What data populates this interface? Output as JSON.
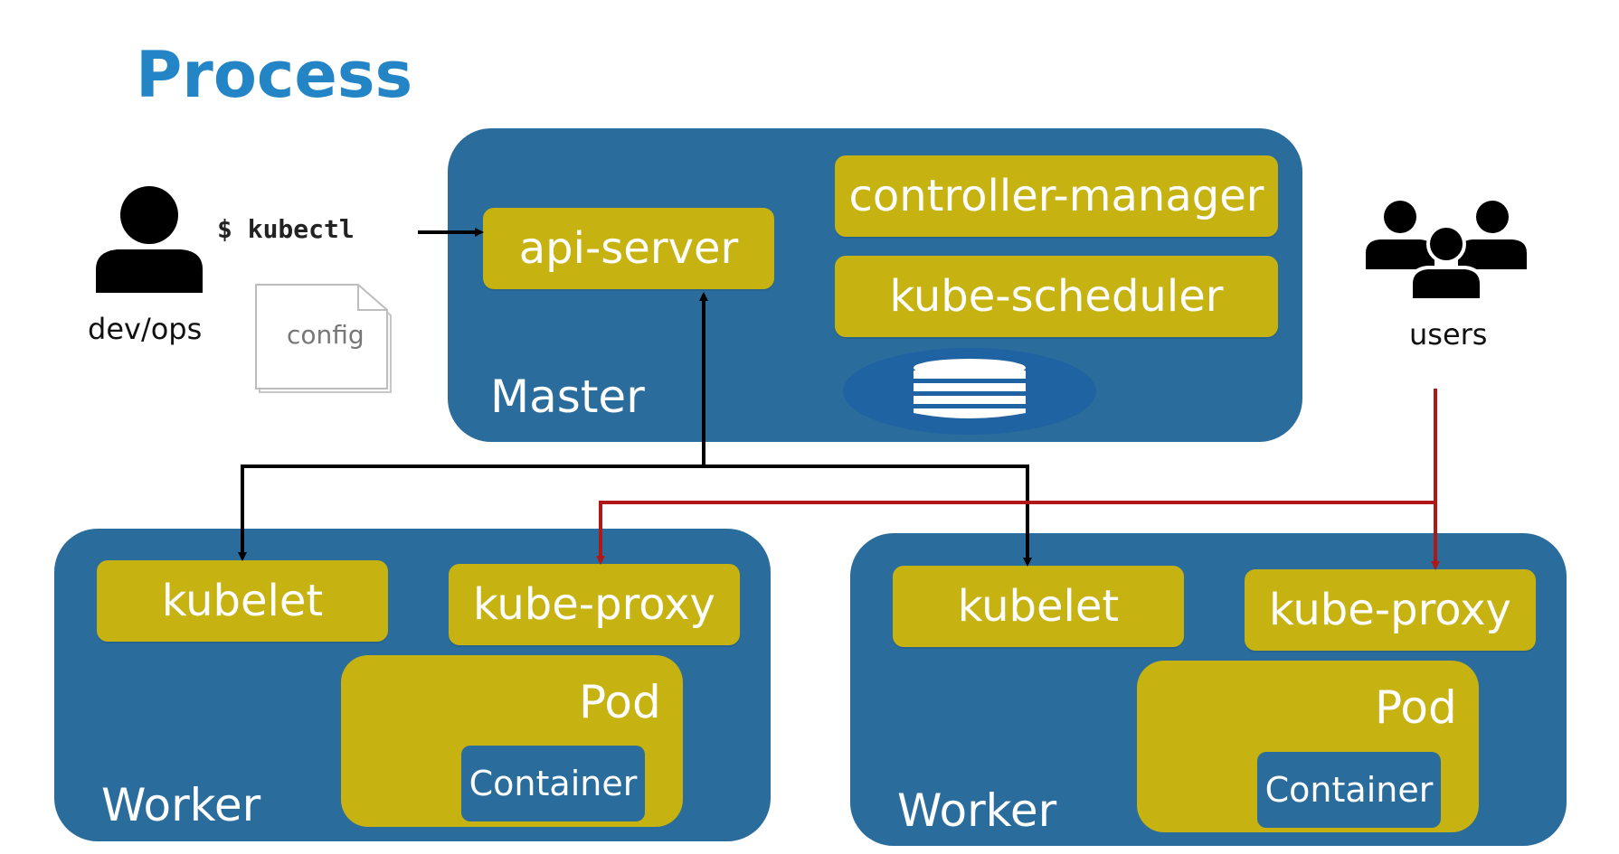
{
  "title": "Process",
  "devops": {
    "label": "dev/ops",
    "command": "$ kubectl",
    "config": "config"
  },
  "users": {
    "label": "users"
  },
  "master": {
    "label": "Master",
    "api_server": "api-server",
    "controller_manager": "controller-manager",
    "kube_scheduler": "kube-scheduler"
  },
  "workers": [
    {
      "label": "Worker",
      "kubelet": "kubelet",
      "kube_proxy": "kube-proxy",
      "pod": "Pod",
      "container": "Container"
    },
    {
      "label": "Worker",
      "kubelet": "kubelet",
      "kube_proxy": "kube-proxy",
      "pod": "Pod",
      "container": "Container"
    }
  ],
  "colors": {
    "title": "#2384c6",
    "panel": "#2a6c9c",
    "component": "#c6b210",
    "control_arrow": "#000000",
    "user_arrow": "#b01818"
  }
}
